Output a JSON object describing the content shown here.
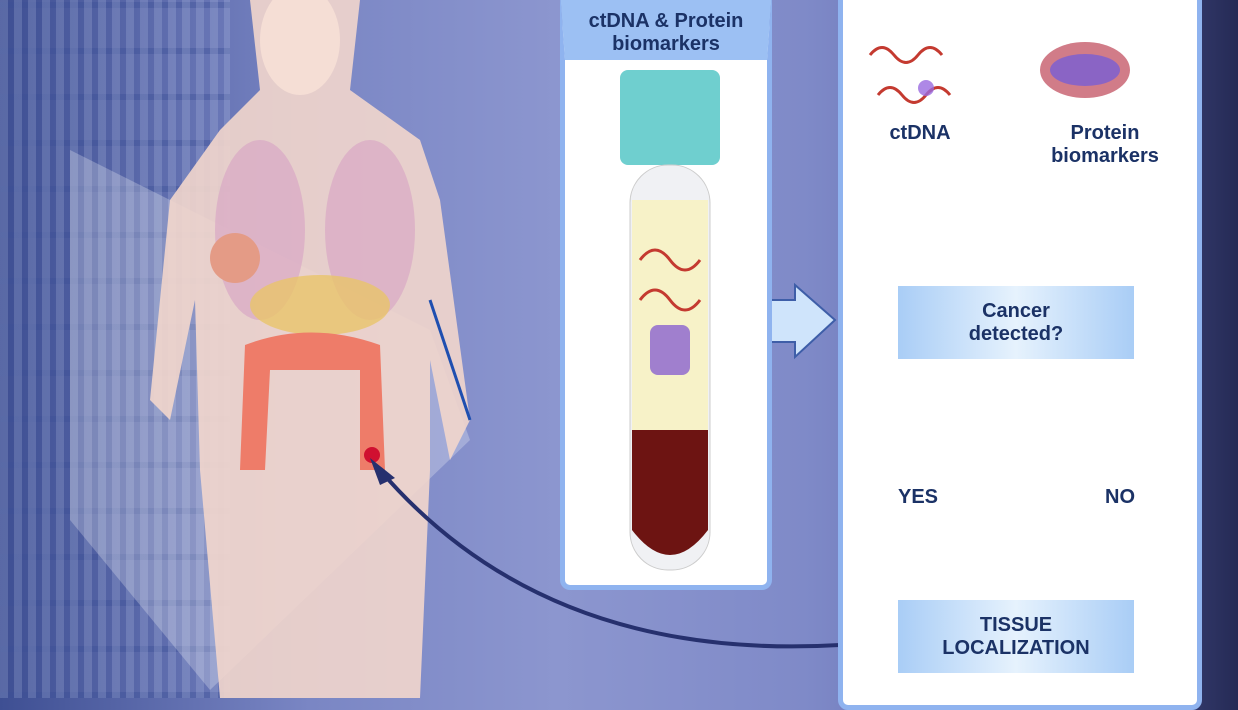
{
  "tube_panel": {
    "title": "ctDNA & Protein biomarkers"
  },
  "flow_panel": {
    "ctdna_label": "ctDNA",
    "protein_label": "Protein biomarkers",
    "decision_box": "Cancer detected?",
    "yes_label": "YES",
    "no_label": "NO",
    "localization_box": "TISSUE LOCALIZATION"
  },
  "colors": {
    "text": "#1b3266",
    "arrow": "#26306e",
    "panel_border": "#8fb3ef"
  }
}
